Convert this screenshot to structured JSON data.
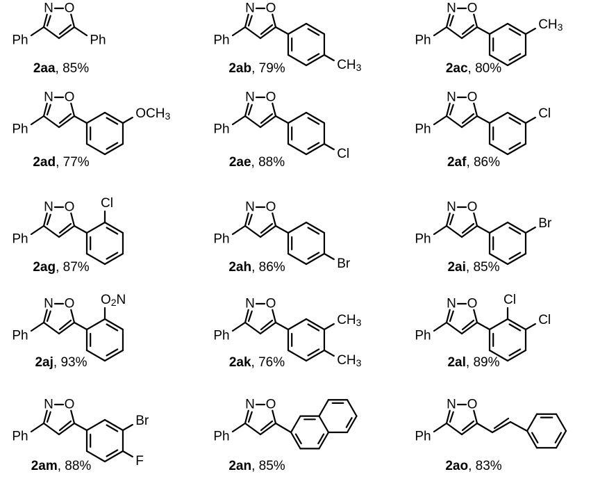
{
  "atoms": {
    "N": "N",
    "O": "O",
    "Ph": "Ph",
    "CH": "CH",
    "sub3": "3",
    "OCH": "OCH",
    "Cl": "Cl",
    "Br": "Br",
    "F": "F",
    "O_nitro": "O",
    "sub2": "2",
    "N_nitro": "N"
  },
  "compounds": [
    {
      "id": "2aa",
      "yield": ", 85%",
      "substituent": "phenyl"
    },
    {
      "id": "2ab",
      "yield": ", 79%",
      "substituent": "p-tolyl"
    },
    {
      "id": "2ac",
      "yield": ", 80%",
      "substituent": "m-tolyl"
    },
    {
      "id": "2ad",
      "yield": ", 77%",
      "substituent": "3-methoxyphenyl"
    },
    {
      "id": "2ae",
      "yield": ", 88%",
      "substituent": "4-chlorophenyl"
    },
    {
      "id": "2af",
      "yield": ", 86%",
      "substituent": "3-chlorophenyl"
    },
    {
      "id": "2ag",
      "yield": ", 87%",
      "substituent": "2-chlorophenyl"
    },
    {
      "id": "2ah",
      "yield": ", 86%",
      "substituent": "4-bromophenyl"
    },
    {
      "id": "2ai",
      "yield": ", 85%",
      "substituent": "3-bromophenyl"
    },
    {
      "id": "2aj",
      "yield": ", 93%",
      "substituent": "2-nitrophenyl"
    },
    {
      "id": "2ak",
      "yield": ", 76%",
      "substituent": "3,4-dimethylphenyl"
    },
    {
      "id": "2al",
      "yield": ", 89%",
      "substituent": "2,3-dichlorophenyl"
    },
    {
      "id": "2am",
      "yield": ", 88%",
      "substituent": "3-bromo-4-fluorophenyl"
    },
    {
      "id": "2an",
      "yield": ", 85%",
      "substituent": "2-naphthyl"
    },
    {
      "id": "2ao",
      "yield": ", 83%",
      "substituent": "styryl"
    }
  ]
}
